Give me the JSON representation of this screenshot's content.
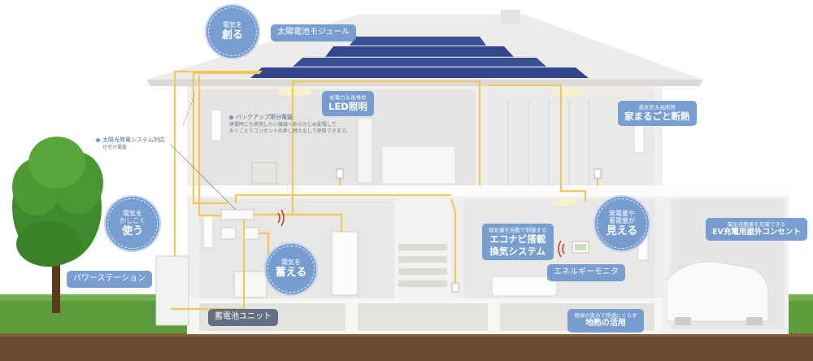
{
  "labels": {
    "solar_module": "太陽電池モジュール",
    "led_small": "省電力＆長寿命",
    "led_big": "LED照明",
    "insulation_small": "高気密＆高断熱",
    "insulation_big": "家まるごと断熱",
    "ventilation_small": "換気量を自動で制御する",
    "ventilation_big1": "エコナビ搭載",
    "ventilation_big2": "換気システム",
    "power_station": "パワーステーション",
    "energy_monitor": "エネルギーモニタ",
    "battery_unit": "蓄電池ユニット",
    "ev_small": "電気自動車を充電できる",
    "ev_big": "EV充電用屋外コンセント",
    "geothermal_small": "地球の恵みで快適にくらす",
    "geothermal_big": "地熱の活用"
  },
  "bubbles": {
    "create": {
      "small": "電気を",
      "big": "創る"
    },
    "use": {
      "small1": "電気を",
      "small2": "かしこく",
      "big": "使う"
    },
    "store": {
      "small": "電気を",
      "big": "蓄える"
    },
    "see": {
      "small1": "発電量や",
      "small2": "蓄電量が",
      "big": "見える"
    }
  },
  "notes": {
    "backup_title": "バックアップ用分電盤",
    "backup_desc1": "停電時にも使用したい機器へあらかじめ配電して",
    "backup_desc2": "おくことでコンセントの差し替えなしで使用できます。",
    "panel_line1": "太陽光発電システム対応",
    "panel_line2": "住宅分電盤"
  },
  "colors": {
    "label_blue": "#6e96cd",
    "wire": "#f0c860",
    "solar": "#3a4f95",
    "ground": "#5b9a3a",
    "soil": "#6b4a2e"
  }
}
